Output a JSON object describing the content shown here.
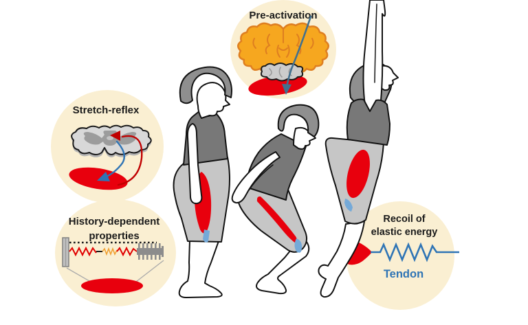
{
  "callouts": {
    "pre_activation": {
      "label": "Pre-activation"
    },
    "stretch_reflex": {
      "label": "Stretch-reflex"
    },
    "history_dependent": {
      "line1": "History-dependent",
      "line2": "properties"
    },
    "recoil": {
      "line1": "Recoil of",
      "line2": "elastic energy",
      "tendon_label": "Tendon"
    }
  },
  "icons": {
    "brain": "brain-coronal-section-icon",
    "cerebellum": "cerebellum-icon",
    "spinal_cord": "spinal-cord-cross-section-icon",
    "sarcomere": "sarcomere-titin-filament-icon",
    "muscle": "muscle-ellipse-icon",
    "spring": "tendon-spring-icon",
    "figures": [
      "figure-standing-phase",
      "figure-countermovement-phase",
      "figure-jump-phase"
    ]
  },
  "colors": {
    "callout_bg": "#FAEFD2",
    "muscle_red": "#E8000D",
    "tendon_blue": "#2E74B5",
    "knee_tendon_blue": "#74A9D8",
    "afferent_arrow_red": "#C00000",
    "cortical_arrow_blue": "#41708F",
    "brain_orange": "#F6A71F",
    "brain_outline_orange": "#DE7E20",
    "hair_gray": "#8F8F8F",
    "shirt_gray": "#787878",
    "shorts_gray": "#C6C6C6",
    "text_black": "#1A1A1A"
  }
}
